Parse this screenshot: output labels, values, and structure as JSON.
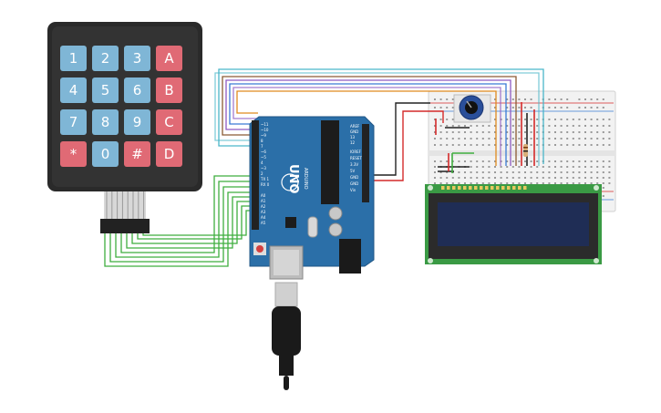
{
  "keypad": {
    "rows": [
      [
        {
          "label": "1",
          "type": "digit"
        },
        {
          "label": "2",
          "type": "digit"
        },
        {
          "label": "3",
          "type": "digit"
        },
        {
          "label": "A",
          "type": "letter"
        }
      ],
      [
        {
          "label": "4",
          "type": "digit"
        },
        {
          "label": "5",
          "type": "digit"
        },
        {
          "label": "6",
          "type": "digit"
        },
        {
          "label": "B",
          "type": "letter"
        }
      ],
      [
        {
          "label": "7",
          "type": "digit"
        },
        {
          "label": "8",
          "type": "digit"
        },
        {
          "label": "9",
          "type": "digit"
        },
        {
          "label": "C",
          "type": "letter"
        }
      ],
      [
        {
          "label": "*",
          "type": "letter"
        },
        {
          "label": "0",
          "type": "digit"
        },
        {
          "label": "#",
          "type": "letter"
        },
        {
          "label": "D",
          "type": "letter"
        }
      ]
    ],
    "colors": {
      "digit": "#7fb6d6",
      "letter": "#e06a75",
      "frame": "#2a2a2a"
    }
  },
  "arduino": {
    "model": "UNO",
    "brand": "ARDUINO",
    "board_color": "#2b6fa8",
    "digital_pins": [
      "~11",
      "~10",
      "~9",
      "8",
      "7",
      "~6",
      "~5",
      "4",
      "~3",
      "2",
      "TX 1",
      "RX 0"
    ],
    "analog_pins": [
      "A0",
      "A1",
      "A2",
      "A3",
      "A4",
      "A5"
    ],
    "power_pins": [
      "IOREF",
      "RESET",
      "3.3V",
      "5V",
      "GND",
      "GND",
      "Vin"
    ],
    "aref_labels": [
      "AREF",
      "GND",
      "13",
      "12"
    ]
  },
  "lcd": {
    "screen_color": "#1f2d55",
    "pcb_color": "#3a9a44"
  },
  "wire_colors": {
    "green": "#3fae3f",
    "blue": "#3a7bd5",
    "purple": "#8e5bc2",
    "orange": "#e08a1e",
    "brown": "#8a5a34",
    "cyan": "#4ab6c9",
    "red": "#d42a2a",
    "black": "#222222",
    "grey": "#9a9a9a"
  }
}
